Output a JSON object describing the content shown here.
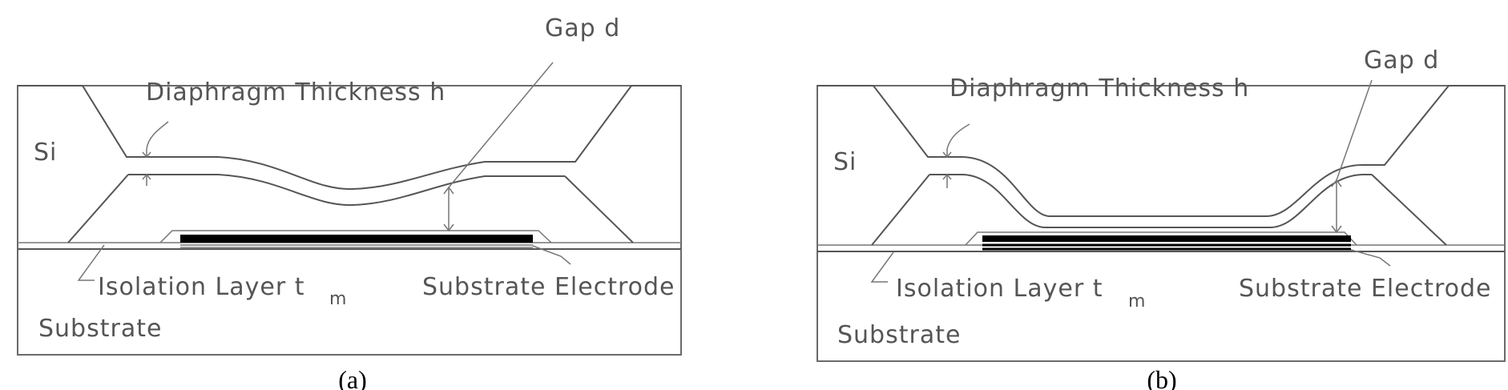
{
  "panels": [
    {
      "id": "a",
      "label_si": "Si",
      "label_diaphragm": "Diaphragm Thickness h",
      "label_gap": "Gap d",
      "label_isolation": "Isolation Layer t",
      "label_isolation_sub": "m",
      "label_electrode": "Substrate Electrode",
      "label_substrate": "Substrate",
      "caption": "(a)"
    },
    {
      "id": "b",
      "label_si": "Si",
      "label_diaphragm": "Diaphragm Thickness h",
      "label_gap": "Gap d",
      "label_isolation": "Isolation Layer t",
      "label_isolation_sub": "m",
      "label_electrode": "Substrate Electrode",
      "label_substrate": "Substrate",
      "caption": "(b)"
    }
  ]
}
